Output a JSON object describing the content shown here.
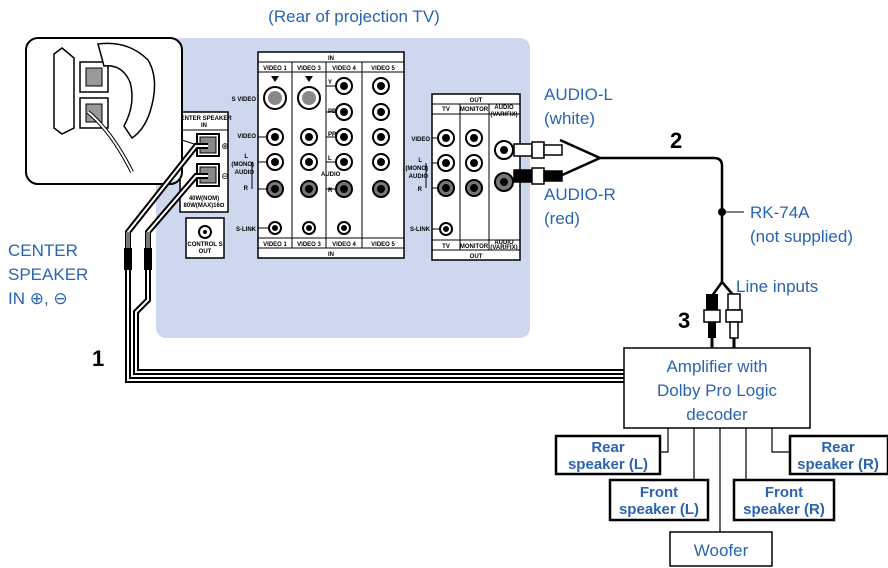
{
  "caption": "(Rear of projection TV)",
  "colors": {
    "panel": "#cdd8ee",
    "label": "#2a64b0",
    "line": "#000000"
  },
  "steps": [
    "1",
    "2",
    "3"
  ],
  "center_speaker_label": [
    "CENTER",
    "SPEAKER",
    "IN ⊕, ⊖"
  ],
  "audio_l": [
    "AUDIO-L",
    "(white)"
  ],
  "audio_r": [
    "AUDIO-R",
    "(red)"
  ],
  "cable": [
    "RK-74A",
    "(not supplied)"
  ],
  "line_inputs": "Line inputs",
  "amplifier": [
    "Amplifier with",
    "Dolby Pro Logic",
    "decoder"
  ],
  "speakers": {
    "rear_left": [
      "Rear",
      "speaker (L)"
    ],
    "rear_right": [
      "Rear",
      "speaker (R)"
    ],
    "front_left": [
      "Front",
      "speaker (L)"
    ],
    "front_right": [
      "Front",
      "speaker (R)"
    ],
    "woofer": "Woofer"
  },
  "center_terminal": {
    "title": [
      "CENTER SPEAKER",
      "IN"
    ],
    "plus": "⊕",
    "minus": "⊖",
    "rating": [
      "40W(NOM)",
      "80W(MAX)16Ω"
    ]
  },
  "control_s": [
    "CONTROL S",
    "OUT"
  ],
  "in_panel": {
    "title": "IN",
    "columns": [
      "VIDEO 1",
      "VIDEO 3",
      "VIDEO 4",
      "VIDEO 5"
    ],
    "row_labels": [
      "S VIDEO",
      "VIDEO",
      "L",
      "(MONO)",
      "AUDIO",
      "R",
      "S-LINK"
    ],
    "component_labels": [
      "Y",
      "PB",
      "PR",
      "L",
      "AUDIO",
      "R"
    ]
  },
  "out_panel": {
    "title": "OUT",
    "columns": [
      "TV",
      "MONITOR",
      "AUDIO",
      "(VAR/FIX)"
    ],
    "row_labels": [
      "VIDEO",
      "L",
      "(MONO)",
      "AUDIO",
      "R",
      "S-LINK"
    ]
  }
}
